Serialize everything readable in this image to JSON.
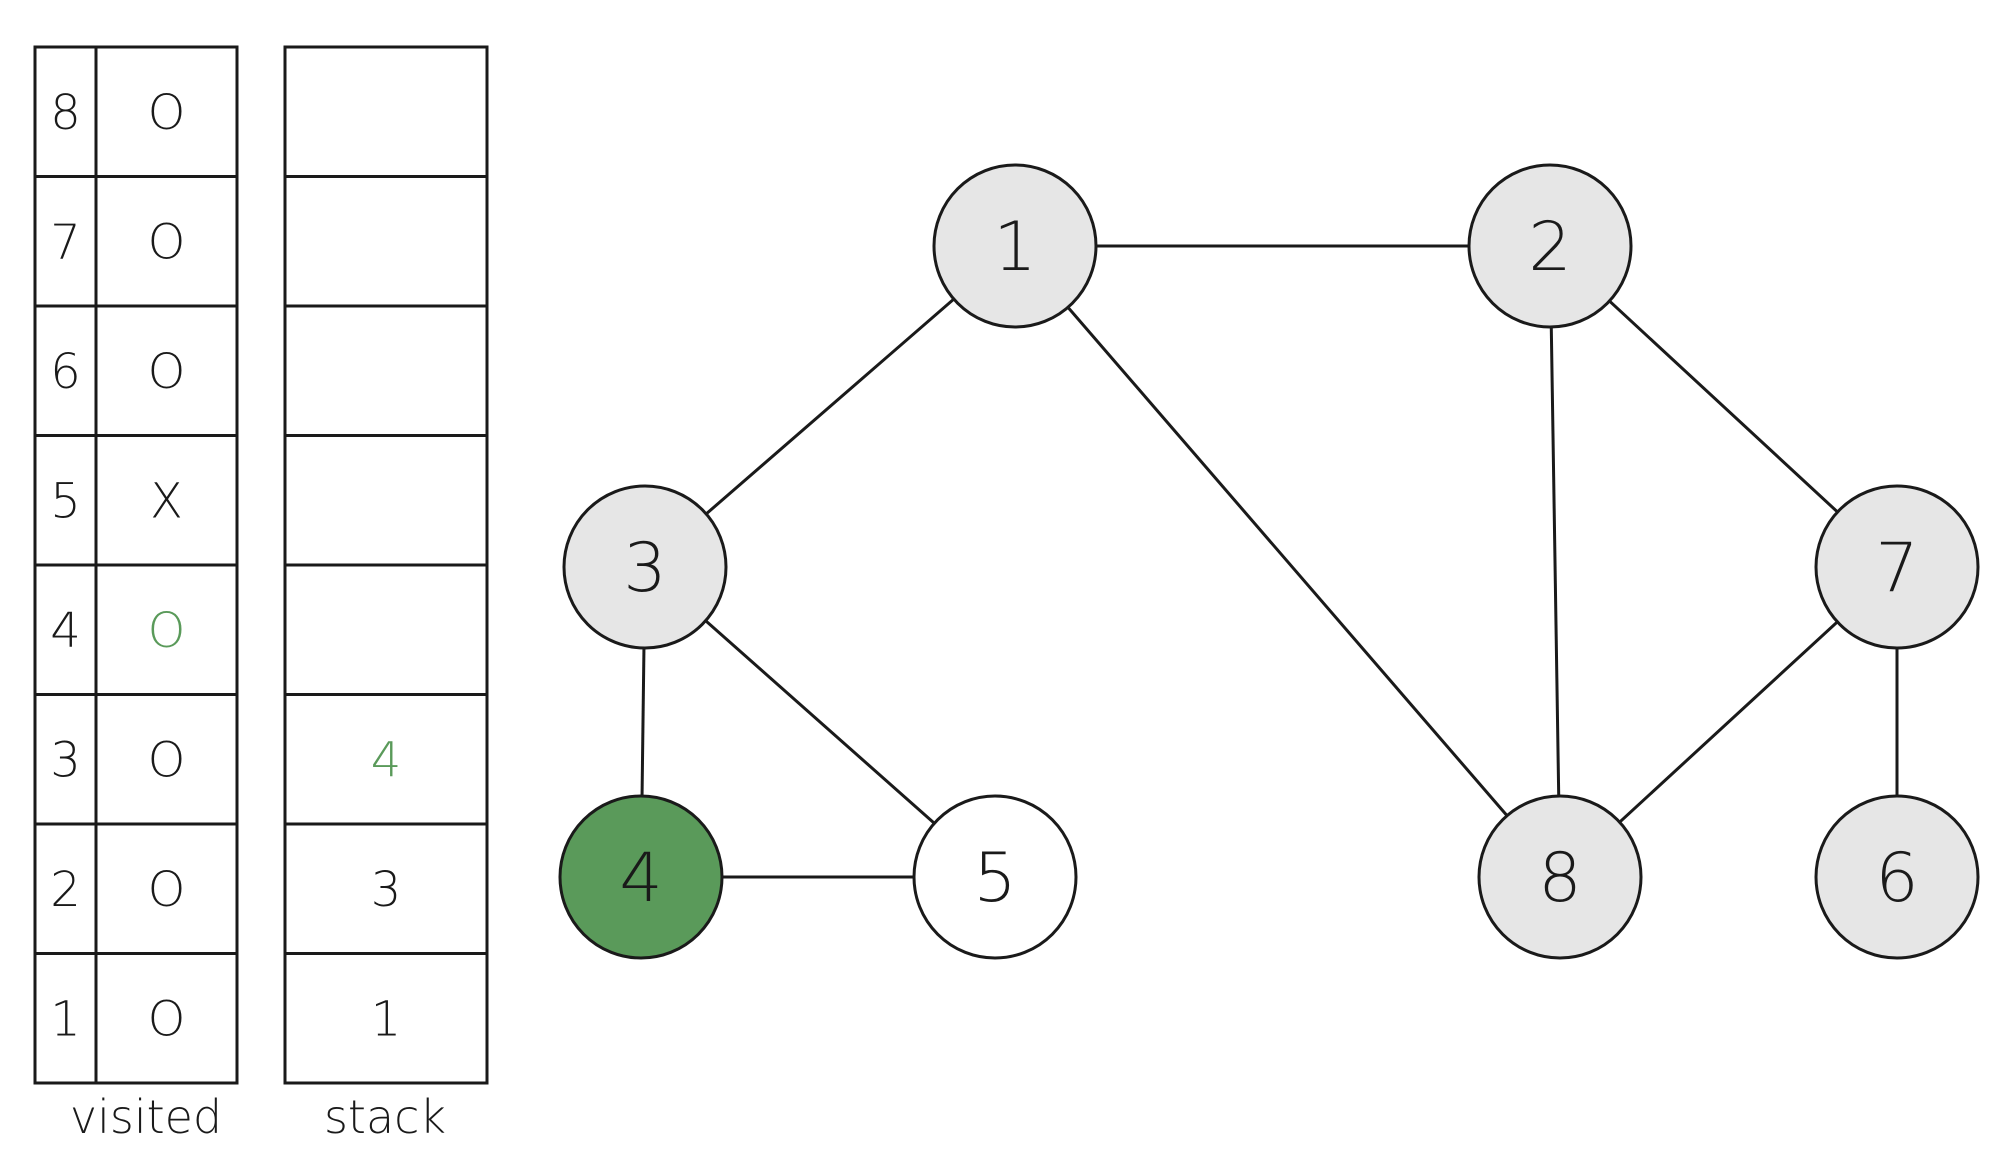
{
  "visited": {
    "label": "visited",
    "rows": [
      {
        "index": "8",
        "value": "O"
      },
      {
        "index": "7",
        "value": "O"
      },
      {
        "index": "6",
        "value": "O"
      },
      {
        "index": "5",
        "value": "X"
      },
      {
        "index": "4",
        "value": "O",
        "highlight": true
      },
      {
        "index": "3",
        "value": "O"
      },
      {
        "index": "2",
        "value": "O"
      },
      {
        "index": "1",
        "value": "O"
      }
    ]
  },
  "stack": {
    "label": "stack",
    "rows": [
      {
        "value": ""
      },
      {
        "value": ""
      },
      {
        "value": ""
      },
      {
        "value": ""
      },
      {
        "value": ""
      },
      {
        "value": "4",
        "highlight": true
      },
      {
        "value": "3"
      },
      {
        "value": "1"
      }
    ]
  },
  "graph": {
    "nodes": [
      {
        "id": "1",
        "label": "1",
        "state": "visited"
      },
      {
        "id": "2",
        "label": "2",
        "state": "visited"
      },
      {
        "id": "3",
        "label": "3",
        "state": "visited"
      },
      {
        "id": "4",
        "label": "4",
        "state": "current"
      },
      {
        "id": "5",
        "label": "5",
        "state": "unvisited"
      },
      {
        "id": "6",
        "label": "6",
        "state": "visited"
      },
      {
        "id": "7",
        "label": "7",
        "state": "visited"
      },
      {
        "id": "8",
        "label": "8",
        "state": "visited"
      }
    ],
    "edges": [
      [
        "1",
        "2"
      ],
      [
        "1",
        "3"
      ],
      [
        "1",
        "8"
      ],
      [
        "2",
        "8"
      ],
      [
        "2",
        "7"
      ],
      [
        "3",
        "4"
      ],
      [
        "3",
        "5"
      ],
      [
        "4",
        "5"
      ],
      [
        "7",
        "8"
      ],
      [
        "7",
        "6"
      ]
    ]
  },
  "colors": {
    "line": "#1a1a1a",
    "visited_fill": "#e6e6e6",
    "current_fill": "#5a9a5a",
    "unvisited_fill": "#ffffff",
    "highlight_text": "#5a9a5a",
    "text": "#1a1a1a"
  }
}
